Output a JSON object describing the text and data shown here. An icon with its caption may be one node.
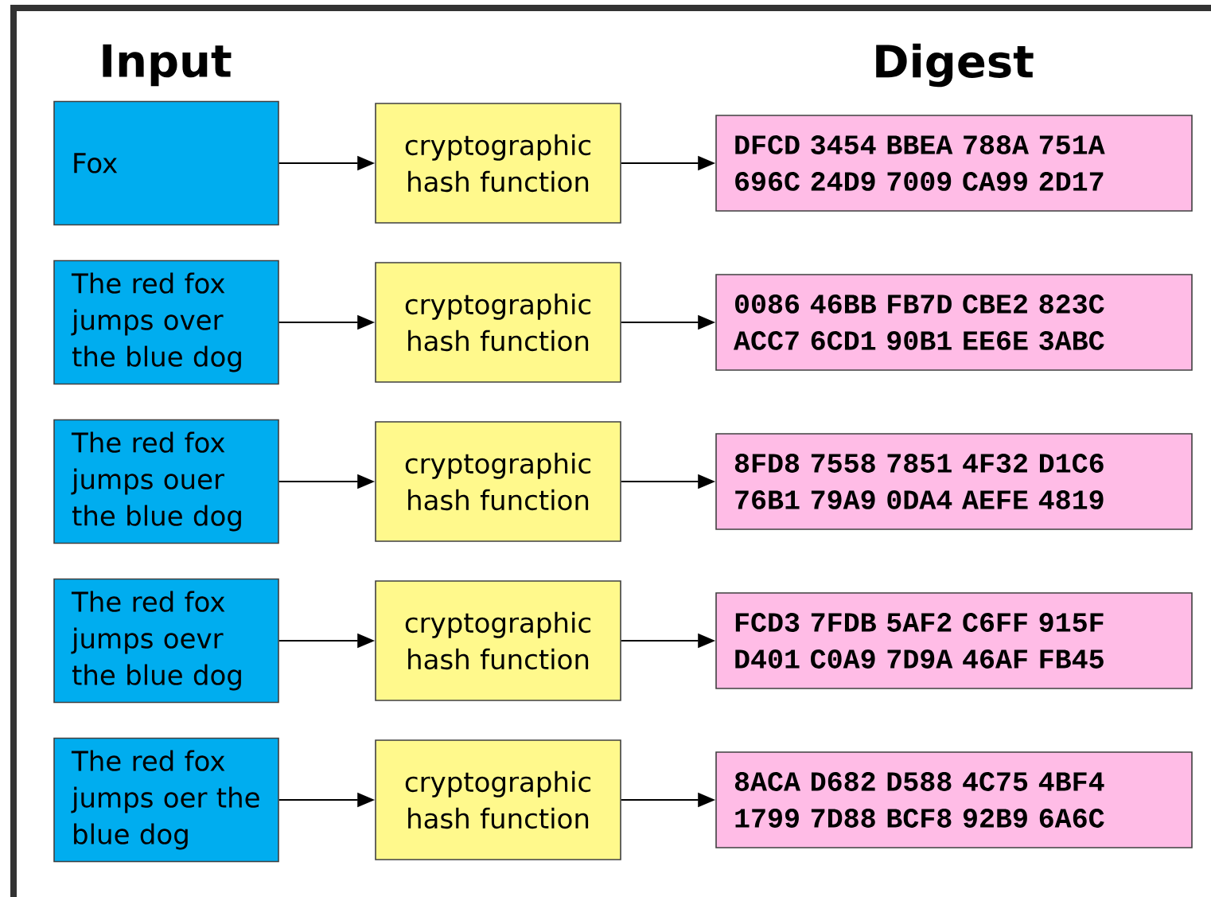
{
  "diagram": {
    "nodes": [
      {
        "text": [
          "Fox"
        ]
      },
      {
        "text": [
          "cryptographic hash function"
        ]
      },
      {
        "text": [
          "DFCD 3454 BBEA 788A 751A 696C 24D9 7009 CA99 2D17"
        ]
      },
      {
        "text": [
          "The red fox jumps over the blue dog"
        ]
      },
      {
        "text": [
          "cryptographic hash function"
        ]
      },
      {
        "text": [
          "0086 46BB FB7D CBE2 823C ACC7 6CD1 90B1 EE6E 3ABC"
        ]
      },
      {
        "text": [
          "The red fox jumps ouer the blue dog"
        ]
      },
      {
        "text": [
          "cryptographic hash function"
        ]
      },
      {
        "text": [
          "8FD8 7558 7851 4F32 D1C6 76B1 79A9 0DA4 AEFE 4819"
        ]
      },
      {
        "text": [
          "The red fox jumps oevr the blue dog"
        ]
      },
      {
        "text": [
          "cryptographic hash function"
        ]
      },
      {
        "text": [
          "FCD3 7FDB 5AF2 C6FF 915F D401 C0A9 7D9A 46AF FB45"
        ]
      },
      {
        "text": [
          "The red fox jumps oer the blue dog"
        ]
      },
      {
        "text": [
          "cryptographic hash function"
        ]
      },
      {
        "text": [
          "8ACA D682 D588 4C75 4BF4 1799 7D88 BCF8 92B9 6A6C"
        ]
      }
    ],
    "edges": [
      {
        "from": 0,
        "to": 1,
        "arrow": "to"
      },
      {
        "from": 1,
        "to": 2,
        "arrow": "to"
      },
      {
        "from": 3,
        "to": 4,
        "arrow": "to"
      },
      {
        "from": 4,
        "to": 5,
        "arrow": "to"
      },
      {
        "from": 6,
        "to": 7,
        "arrow": "to"
      },
      {
        "from": 7,
        "to": 8,
        "arrow": "to"
      },
      {
        "from": 9,
        "to": 10,
        "arrow": "to"
      },
      {
        "from": 10,
        "to": 11,
        "arrow": "to"
      },
      {
        "from": 12,
        "to": 13,
        "arrow": "to"
      },
      {
        "from": 13,
        "to": 14,
        "arrow": "to"
      }
    ],
    "labels": [
      "Input",
      "Digest"
    ]
  }
}
